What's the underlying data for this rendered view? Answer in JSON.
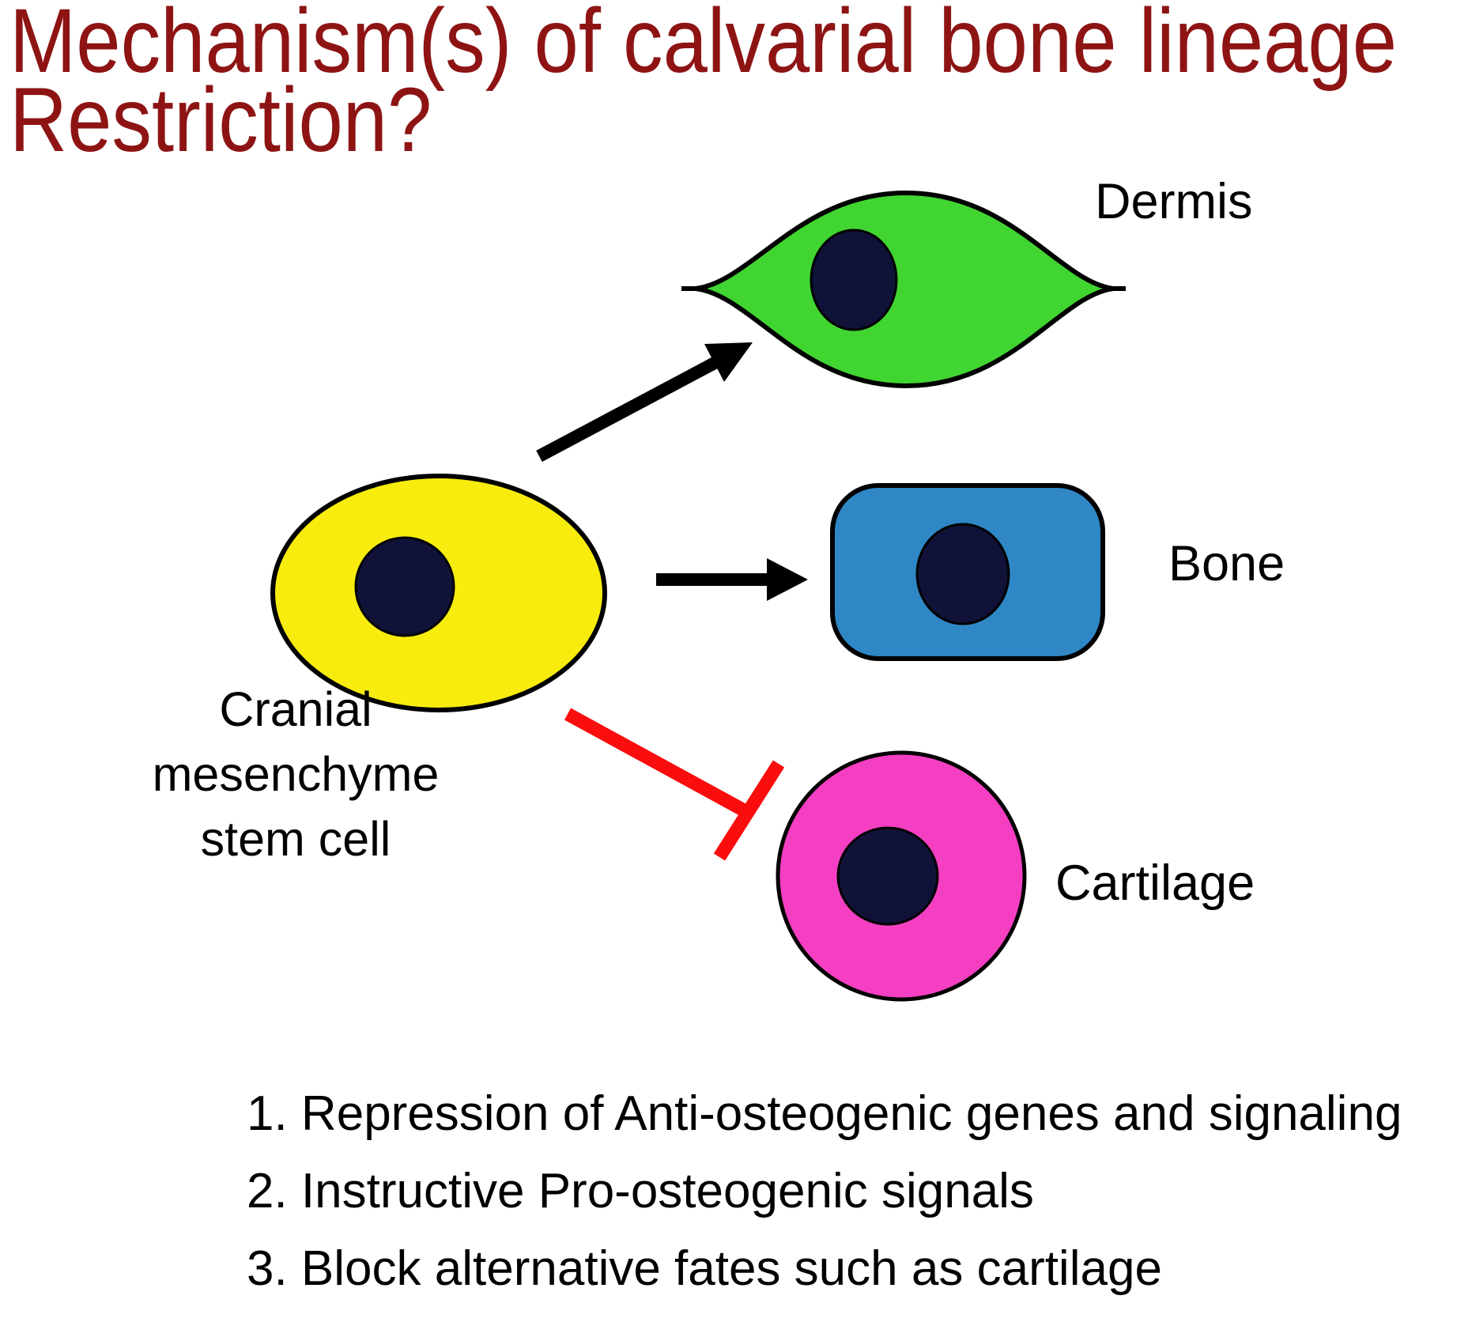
{
  "title": {
    "line1": "Mechanism(s) of calvarial bone lineage",
    "line2": "Restriction?",
    "color": "#8e1414"
  },
  "diagram": {
    "stem_cell_label": "Cranial\nmesenchyme\nstem cell",
    "fate_labels": {
      "dermis": "Dermis",
      "bone": "Bone",
      "cartilage": "Cartilage"
    }
  },
  "colors": {
    "dermis_cell": "#41d531",
    "stem_cell": "#f8ec0e",
    "bone_cell": "#2f87c5",
    "cartilage_cell": "#f43fc3",
    "nucleus": "#101238",
    "arrow": "#000000",
    "inhibition": "#f90d0d",
    "outline": "#000000"
  },
  "mechanisms": {
    "items": [
      "1. Repression of Anti-osteogenic genes and signaling",
      "2. Instructive Pro-osteogenic signals",
      "3. Block alternative fates such as cartilage"
    ]
  }
}
